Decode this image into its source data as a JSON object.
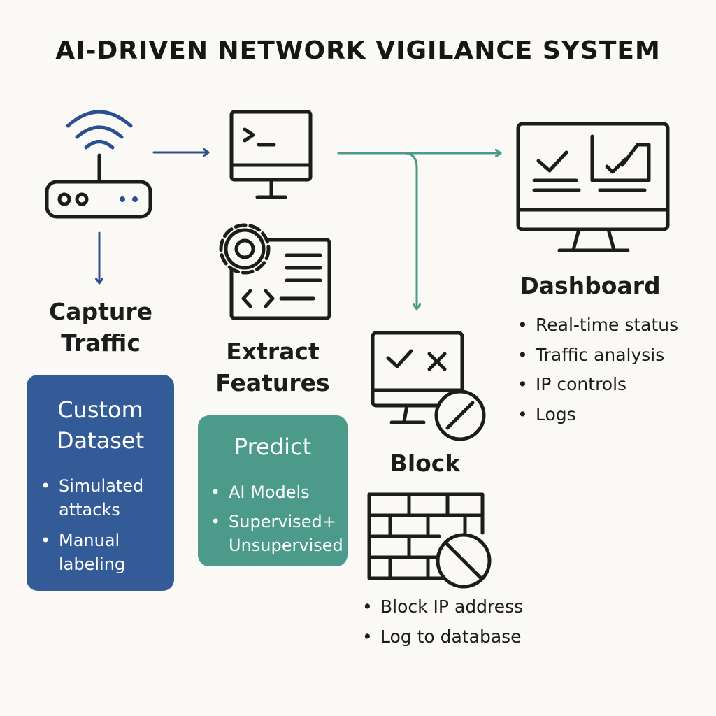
{
  "title": "AI-DRIVEN NETWORK VIGILANCE SYSTEM",
  "stages": {
    "capture": {
      "label_lines": [
        "Capture",
        "Traffic"
      ]
    },
    "extract": {
      "label_lines": [
        "Extract",
        "Features"
      ]
    },
    "block": {
      "label": "Block",
      "items": [
        "Block IP address",
        "Log to database"
      ]
    },
    "dashboard": {
      "label": "Dashboard",
      "items": [
        "Real-time status",
        "Traffic analysis",
        "IP controls",
        "Logs"
      ]
    }
  },
  "dataset_box": {
    "title_lines": [
      "Custom",
      "Dataset"
    ],
    "items": [
      {
        "lines": [
          "Simulated",
          "attacks"
        ]
      },
      {
        "lines": [
          "Manual",
          "labeling"
        ]
      }
    ]
  },
  "predict_box": {
    "title": "Predict",
    "items": [
      {
        "lines": [
          "AI Models"
        ]
      },
      {
        "lines": [
          "Supervised+",
          "Unsupervised"
        ]
      }
    ]
  },
  "icons": [
    "router-icon",
    "terminal-monitor-icon",
    "gear-document-icon",
    "dashboard-monitor-icon",
    "block-monitor-icon",
    "firewall-icon"
  ],
  "colors": {
    "background": "#fbf9f6",
    "ink": "#1c1c1c",
    "blue_accent": "#2c4f8f",
    "teal_accent": "#4a9a8c",
    "dataset_box": "#335b98",
    "predict_box": "#4c9a8a"
  }
}
